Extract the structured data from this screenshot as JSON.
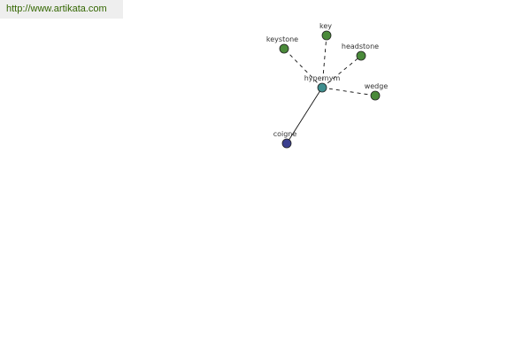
{
  "banner": {
    "url_text": "http://www.artikata.com",
    "text_color": "#336600",
    "background": "#eeeeee"
  },
  "graph": {
    "center": {
      "id": "hypernym",
      "label": "hypernym",
      "color": "#3f8f8f"
    },
    "nodes": [
      {
        "id": "key",
        "label": "key",
        "color": "#4a8a3a",
        "edge_style": "dashed"
      },
      {
        "id": "keystone",
        "label": "keystone",
        "color": "#4a8a3a",
        "edge_style": "dashed"
      },
      {
        "id": "headstone",
        "label": "headstone",
        "color": "#4a8a3a",
        "edge_style": "dashed"
      },
      {
        "id": "wedge",
        "label": "wedge",
        "color": "#4a8a3a",
        "edge_style": "dashed"
      },
      {
        "id": "coigne",
        "label": "coigne",
        "color": "#3b3f8f",
        "edge_style": "solid"
      }
    ],
    "label_color": "#333333",
    "edge_color": "#111111"
  }
}
